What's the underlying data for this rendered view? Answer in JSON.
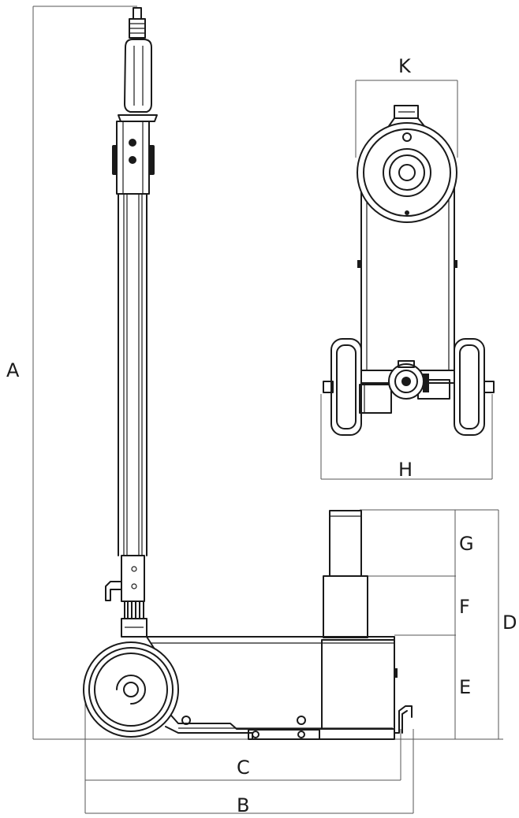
{
  "dimension_labels": {
    "A": "A",
    "B": "B",
    "C": "C",
    "D": "D",
    "E": "E",
    "F": "F",
    "G": "G",
    "H": "H",
    "K": "K"
  }
}
